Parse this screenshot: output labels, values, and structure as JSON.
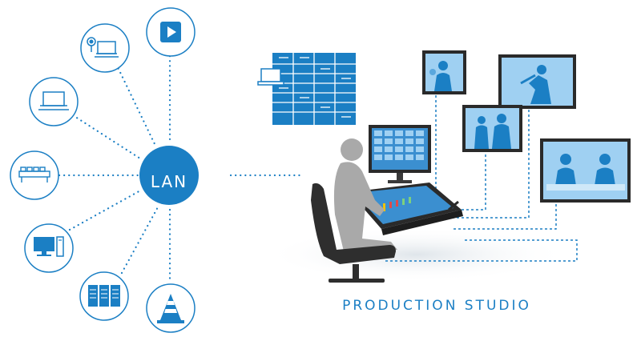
{
  "hub": {
    "label": "LAN"
  },
  "studio": {
    "label": "PRODUCTION STUDIO"
  },
  "colors": {
    "primary": "#1b7fc4",
    "light": "#8ec6ec",
    "screen": "#9fd0f2",
    "person": "#a9a9a9",
    "dark": "#2a2a2a"
  },
  "devices": [
    {
      "name": "media-player",
      "icon": "play-icon"
    },
    {
      "name": "webcam-laptop",
      "icon": "webcam-laptop-icon"
    },
    {
      "name": "laptop",
      "icon": "laptop-icon"
    },
    {
      "name": "network-switch",
      "icon": "switch-icon"
    },
    {
      "name": "desktop-computer",
      "icon": "desktop-icon"
    },
    {
      "name": "server-rack",
      "icon": "server-icon"
    },
    {
      "name": "vlc-player",
      "icon": "traffic-cone-icon"
    }
  ]
}
